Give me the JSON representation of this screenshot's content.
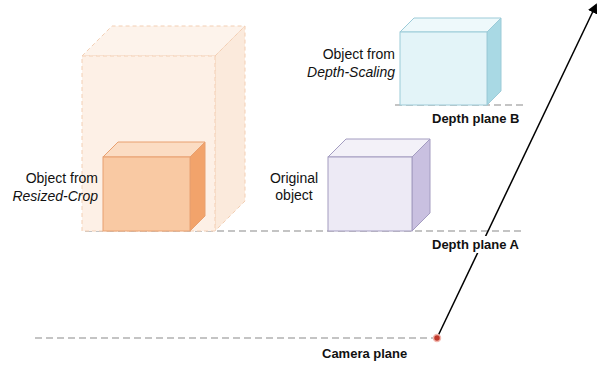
{
  "diagram": {
    "labels": [
      "Object from",
      "Resized-Crop",
      "Original object",
      "Object from",
      "Depth-Scaling",
      "Depth plane A",
      "Depth plane B",
      "Camera plane"
    ]
  }
}
